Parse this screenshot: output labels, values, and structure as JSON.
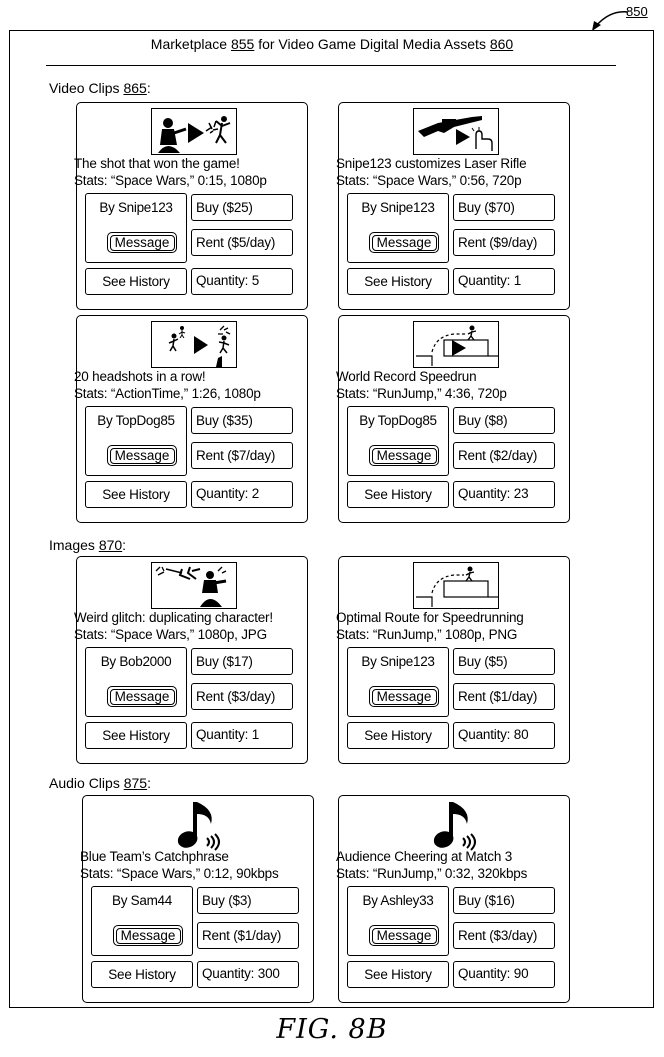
{
  "ref_number": "850",
  "title_parts": [
    "Marketplace ",
    "855",
    " for Video Game Digital Media Assets ",
    "860"
  ],
  "sections": [
    {
      "label": "Video Clips ",
      "ref": "865",
      "suffix": ":"
    },
    {
      "label": "Images ",
      "ref": "870",
      "suffix": ":"
    },
    {
      "label": "Audio Clips ",
      "ref": "875",
      "suffix": ":"
    }
  ],
  "cards": [
    {
      "thumb_icon": "soldier-shooting-icon",
      "title": "The shot that won the game!",
      "stats": "Stats: “Space Wars,” 0:15, 1080p",
      "seller": "By Snipe123",
      "message": "Message",
      "buy": "Buy ($25)",
      "rent": "Rent ($5/day)",
      "history": "See History",
      "quantity": "Quantity: 5"
    },
    {
      "thumb_icon": "laser-rifle-icon",
      "title": "Snipe123 customizes Laser Rifle",
      "stats": "Stats: “Space Wars,” 0:56, 720p",
      "seller": "By Snipe123",
      "message": "Message",
      "buy": "Buy ($70)",
      "rent": "Rent ($9/day)",
      "history": "See History",
      "quantity": "Quantity: 1"
    },
    {
      "thumb_icon": "headshot-icon",
      "title": "20 headshots in a row!",
      "stats": "Stats: “ActionTime,” 1:26, 1080p",
      "seller": "By TopDog85",
      "message": "Message",
      "buy": "Buy ($35)",
      "rent": "Rent ($7/day)",
      "history": "See History",
      "quantity": "Quantity: 2"
    },
    {
      "thumb_icon": "speedrun-icon",
      "title": "World Record Speedrun",
      "stats": "Stats: “RunJump,” 4:36, 720p",
      "seller": "By TopDog85",
      "message": "Message",
      "buy": "Buy ($8)",
      "rent": "Rent ($2/day)",
      "history": "See History",
      "quantity": "Quantity: 23"
    },
    {
      "thumb_icon": "glitch-character-icon",
      "title": "Weird glitch: duplicating character!",
      "stats": "Stats: “Space Wars,” 1080p, JPG",
      "seller": "By Bob2000",
      "message": "Message",
      "buy": "Buy ($17)",
      "rent": "Rent ($3/day)",
      "history": "See History",
      "quantity": "Quantity: 1"
    },
    {
      "thumb_icon": "route-map-icon",
      "title": "Optimal Route for Speedrunning",
      "stats": "Stats: “RunJump,” 1080p, PNG",
      "seller": "By Snipe123",
      "message": "Message",
      "buy": "Buy ($5)",
      "rent": "Rent ($1/day)",
      "history": "See History",
      "quantity": "Quantity: 80"
    },
    {
      "thumb_icon": "music-note-icon",
      "title": "Blue Team’s Catchphrase",
      "stats": "Stats: “Space Wars,” 0:12, 90kbps",
      "seller": "By Sam44",
      "message": "Message",
      "buy": "Buy ($3)",
      "rent": "Rent ($1/day)",
      "history": "See History",
      "quantity": "Quantity: 300"
    },
    {
      "thumb_icon": "music-note-icon",
      "title": "Audience Cheering at Match 3",
      "stats": "Stats: “RunJump,” 0:32, 320kbps",
      "seller": "By Ashley33",
      "message": "Message",
      "buy": "Buy ($16)",
      "rent": "Rent ($3/day)",
      "history": "See History",
      "quantity": "Quantity: 90"
    }
  ],
  "figure_caption": "FIG. 8B"
}
